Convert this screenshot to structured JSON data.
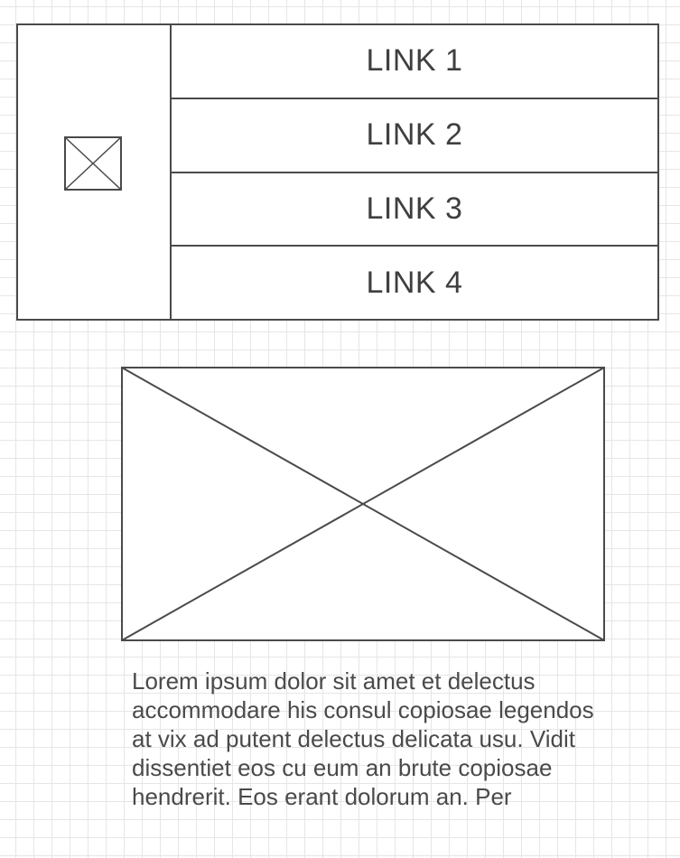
{
  "header": {
    "logo_icon": "image-placeholder-icon",
    "links": [
      {
        "label": "LINK 1"
      },
      {
        "label": "LINK 2"
      },
      {
        "label": "LINK 3"
      },
      {
        "label": "LINK 4"
      }
    ]
  },
  "hero": {
    "icon": "image-placeholder-icon"
  },
  "content": {
    "paragraph": "Lorem ipsum dolor sit amet et delectus accommodare his consul copiosae legendos at vix ad putent delectus delicata usu. Vidit dissentiet eos cu eum an brute copiosae hendrerit. Eos erant dolorum an. Per"
  },
  "colors": {
    "stroke": "#4a4a4a",
    "grid": "#e6e6e6",
    "background": "#ffffff"
  }
}
